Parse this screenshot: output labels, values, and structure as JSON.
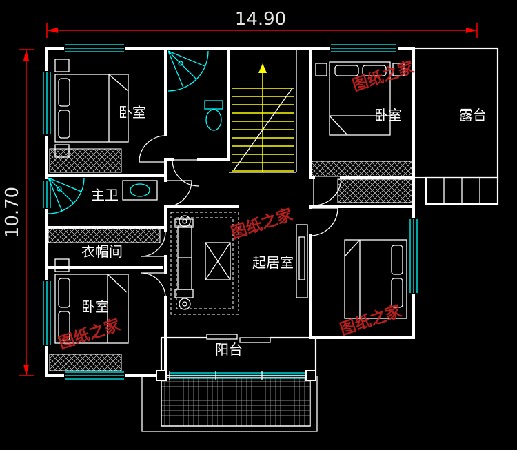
{
  "page": {
    "background": "#000000",
    "type": "cad-floor-plan"
  },
  "dimensions": {
    "width": "14.90",
    "height": "10.70"
  },
  "rooms": {
    "bedroom_top_left": "卧室",
    "bedroom_top_right": "卧室",
    "terrace": "露台",
    "master_bath": "主卫",
    "cloakroom": "衣帽间",
    "bedroom_bottom_left": "卧室",
    "living_room": "起居室",
    "balcony": "阳台"
  },
  "watermark": "图纸之家",
  "colors": {
    "wall": "#ffffff",
    "fixture": "#00ffff",
    "dimension_line": "#ff0000",
    "dimension_text": "#e8e8e8",
    "stairs": "#ffff00",
    "watermark": "#c32222",
    "background": "#000000"
  }
}
